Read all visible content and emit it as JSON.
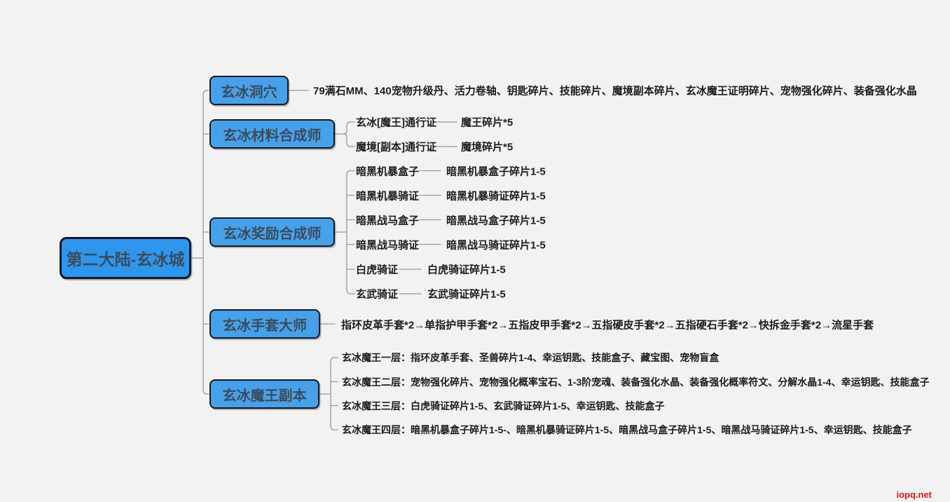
{
  "colors": {
    "background": "#f2f2f0",
    "root_fill": "#2e96ec",
    "node_fill": "#47a1e9",
    "node_border": "#111927",
    "node_text": "#3c4c5c",
    "connector": "#9a9a9a",
    "leaf_text": "#1d1d1d",
    "watermark": "#e01a1a"
  },
  "watermark": "iopq.net",
  "tree": {
    "root": {
      "label": "第二大陆-玄冰城"
    },
    "branches": [
      {
        "label": "玄冰洞穴",
        "drops": "79满石MM、140宠物升级丹、活力卷轴、钥匙碎片、技能碎片、魔境副本碎片、玄冰魔王证明碎片、宠物强化碎片、装备强化水晶"
      },
      {
        "label": "玄冰材料合成师",
        "children": [
          {
            "item": "玄冰[魔王]通行证",
            "material": "魔王碎片*5"
          },
          {
            "item": "魔境[副本]通行证",
            "material": "魔境碎片*5"
          }
        ]
      },
      {
        "label": "玄冰奖励合成师",
        "children": [
          {
            "item": "暗黑机暴盒子",
            "material": "暗黑机暴盒子碎片1-5"
          },
          {
            "item": "暗黑机暴骑证",
            "material": "暗黑机暴骑证碎片1-5"
          },
          {
            "item": "暗黑战马盒子",
            "material": "暗黑战马盒子碎片1-5"
          },
          {
            "item": "暗黑战马骑证",
            "material": "暗黑战马骑证碎片1-5"
          },
          {
            "item": "白虎骑证",
            "material": "白虎骑证碎片1-5"
          },
          {
            "item": "玄武骑证",
            "material": "玄武骑证碎片1-5"
          }
        ]
      },
      {
        "label": "玄冰手套大师",
        "upgrade_path": "指环皮革手套*2→单指护甲手套*2→五指皮甲手套*2→五指硬皮手套*2→五指硬石手套*2→快拆金手套*2→流星手套"
      },
      {
        "label": "玄冰魔王副本",
        "floors": [
          "玄冰魔王一层：指环皮革手套、圣兽碎片1-4、幸运钥匙、技能盒子、藏宝图、宠物盲盒",
          "玄冰魔王二层：宠物强化碎片、宠物强化概率宝石、1-3阶宠魂、装备强化水晶、装备强化概率符文、分解水晶1-4、幸运钥匙、技能盒子",
          "玄冰魔王三层：白虎骑证碎片1-5、玄武骑证碎片1-5、幸运钥匙、技能盒子",
          "玄冰魔王四层：暗黑机暴盒子碎片1-5-、暗黑机暴骑证碎片1-5、暗黑战马盒子碎片1-5、暗黑战马骑证碎片1-5、幸运钥匙、技能盒子"
        ]
      }
    ]
  }
}
